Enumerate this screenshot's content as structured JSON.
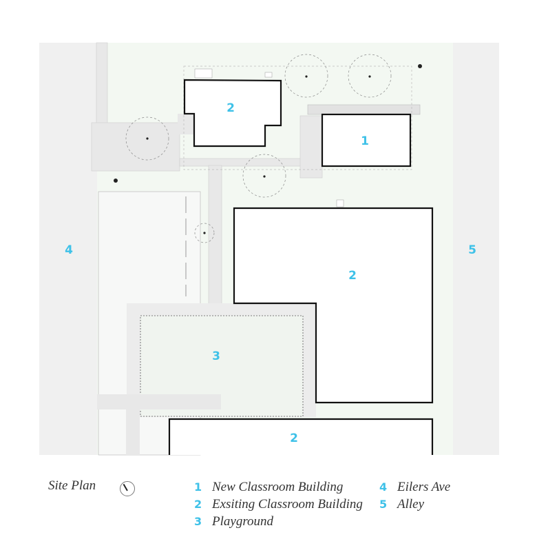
{
  "plan_labels": {
    "new_building": "1",
    "existing_building_north": "2",
    "existing_building_east": "2",
    "existing_building_south": "2",
    "playground": "3",
    "street": "4",
    "alley": "5"
  },
  "legend": {
    "title": "Site Plan",
    "compass_icon": "north-arrow-icon",
    "items": [
      {
        "num": "1",
        "label": "New Classroom Building"
      },
      {
        "num": "2",
        "label": "Exsiting Classroom Building"
      },
      {
        "num": "3",
        "label": "Playground"
      },
      {
        "num": "4",
        "label": "Eilers Ave"
      },
      {
        "num": "5",
        "label": "Alley"
      }
    ]
  },
  "colors": {
    "accent": "#3ec1e8",
    "site": "#f3f8f2",
    "street": "#f0f0f0"
  }
}
